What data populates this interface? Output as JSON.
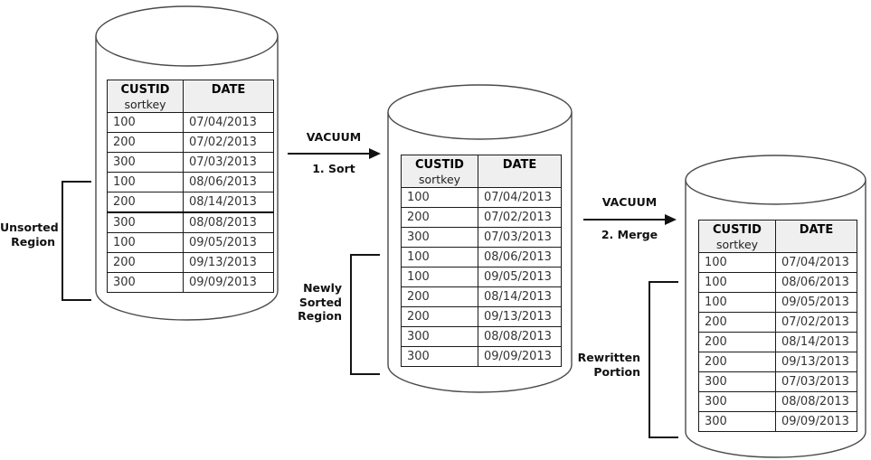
{
  "table_header": {
    "col1_title": "CUSTID",
    "col1_sub": "sortkey",
    "col2_title": "DATE"
  },
  "arrows": [
    {
      "title": "VACUUM",
      "step": "1. Sort"
    },
    {
      "title": "VACUUM",
      "step": "2. Merge"
    }
  ],
  "stages": [
    {
      "bracket_label_lines": [
        "Unsorted",
        "Region"
      ],
      "rows": [
        {
          "custid": "100",
          "date": "07/04/2013",
          "shade": "white"
        },
        {
          "custid": "200",
          "date": "07/02/2013",
          "shade": "white"
        },
        {
          "custid": "300",
          "date": "07/03/2013",
          "shade": "white"
        },
        {
          "custid": "100",
          "date": "08/06/2013",
          "shade": "blue"
        },
        {
          "custid": "200",
          "date": "08/14/2013",
          "shade": "blue"
        },
        {
          "custid": "300",
          "date": "08/08/2013",
          "shade": "blue"
        },
        {
          "custid": "100",
          "date": "09/05/2013",
          "shade": "orange"
        },
        {
          "custid": "200",
          "date": "09/13/2013",
          "shade": "orange"
        },
        {
          "custid": "300",
          "date": "09/09/2013",
          "shade": "orange"
        }
      ]
    },
    {
      "bracket_label_lines": [
        "Newly",
        "Sorted",
        "Region"
      ],
      "rows": [
        {
          "custid": "100",
          "date": "07/04/2013",
          "shade": "white"
        },
        {
          "custid": "200",
          "date": "07/02/2013",
          "shade": "white"
        },
        {
          "custid": "300",
          "date": "07/03/2013",
          "shade": "white"
        },
        {
          "custid": "100",
          "date": "08/06/2013",
          "shade": "blue"
        },
        {
          "custid": "100",
          "date": "09/05/2013",
          "shade": "orange"
        },
        {
          "custid": "200",
          "date": "08/14/2013",
          "shade": "blue"
        },
        {
          "custid": "200",
          "date": "09/13/2013",
          "shade": "orange"
        },
        {
          "custid": "300",
          "date": "08/08/2013",
          "shade": "blue"
        },
        {
          "custid": "300",
          "date": "09/09/2013",
          "shade": "orange"
        }
      ]
    },
    {
      "bracket_label_lines": [
        "Rewritten",
        "Portion"
      ],
      "rows": [
        {
          "custid": "100",
          "date": "07/04/2013",
          "shade": "white"
        },
        {
          "custid": "100",
          "date": "08/06/2013",
          "shade": "blue"
        },
        {
          "custid": "100",
          "date": "09/05/2013",
          "shade": "orange"
        },
        {
          "custid": "200",
          "date": "07/02/2013",
          "shade": "white"
        },
        {
          "custid": "200",
          "date": "08/14/2013",
          "shade": "blue"
        },
        {
          "custid": "200",
          "date": "09/13/2013",
          "shade": "orange"
        },
        {
          "custid": "300",
          "date": "07/03/2013",
          "shade": "white"
        },
        {
          "custid": "300",
          "date": "08/08/2013",
          "shade": "blue"
        },
        {
          "custid": "300",
          "date": "09/09/2013",
          "shade": "orange"
        }
      ]
    }
  ],
  "colors": {
    "row_blue": "#C6D9F0",
    "row_orange": "#FBD5B5",
    "header_bg": "#EFEFEF"
  }
}
